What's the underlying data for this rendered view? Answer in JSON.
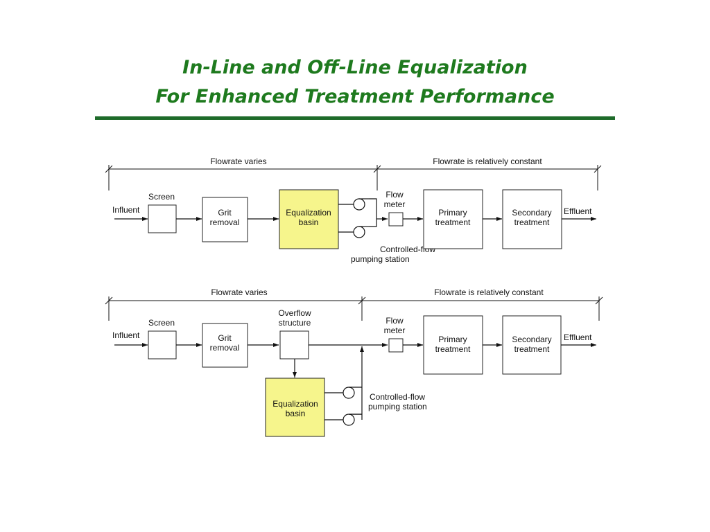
{
  "title": {
    "line1": "In-Line and Off-Line Equalization",
    "line2": "For Enhanced Treatment Performance"
  },
  "colors": {
    "title": "#1e7a1e",
    "rule": "#1e6b2a",
    "basin_fill": "#f6f58c"
  },
  "inline": {
    "flow_varies": "Flowrate varies",
    "flow_constant": "Flowrate is relatively constant",
    "influent": "Influent",
    "screen": "Screen",
    "grit": [
      "Grit",
      "removal"
    ],
    "basin": [
      "Equalization",
      "basin"
    ],
    "flow_meter": [
      "Flow",
      "meter"
    ],
    "pumping": [
      "Controlled-flow",
      "pumping station"
    ],
    "primary": [
      "Primary",
      "treatment"
    ],
    "secondary": [
      "Secondary",
      "treatment"
    ],
    "effluent": "Effluent"
  },
  "offline": {
    "flow_varies": "Flowrate varies",
    "flow_constant": "Flowrate is relatively constant",
    "influent": "Influent",
    "screen": "Screen",
    "grit": [
      "Grit",
      "removal"
    ],
    "overflow": [
      "Overflow",
      "structure"
    ],
    "basin": [
      "Equalization",
      "basin"
    ],
    "flow_meter": [
      "Flow",
      "meter"
    ],
    "pumping": [
      "Controlled-flow",
      "pumping station"
    ],
    "primary": [
      "Primary",
      "treatment"
    ],
    "secondary": [
      "Secondary",
      "treatment"
    ],
    "effluent": "Effluent"
  }
}
